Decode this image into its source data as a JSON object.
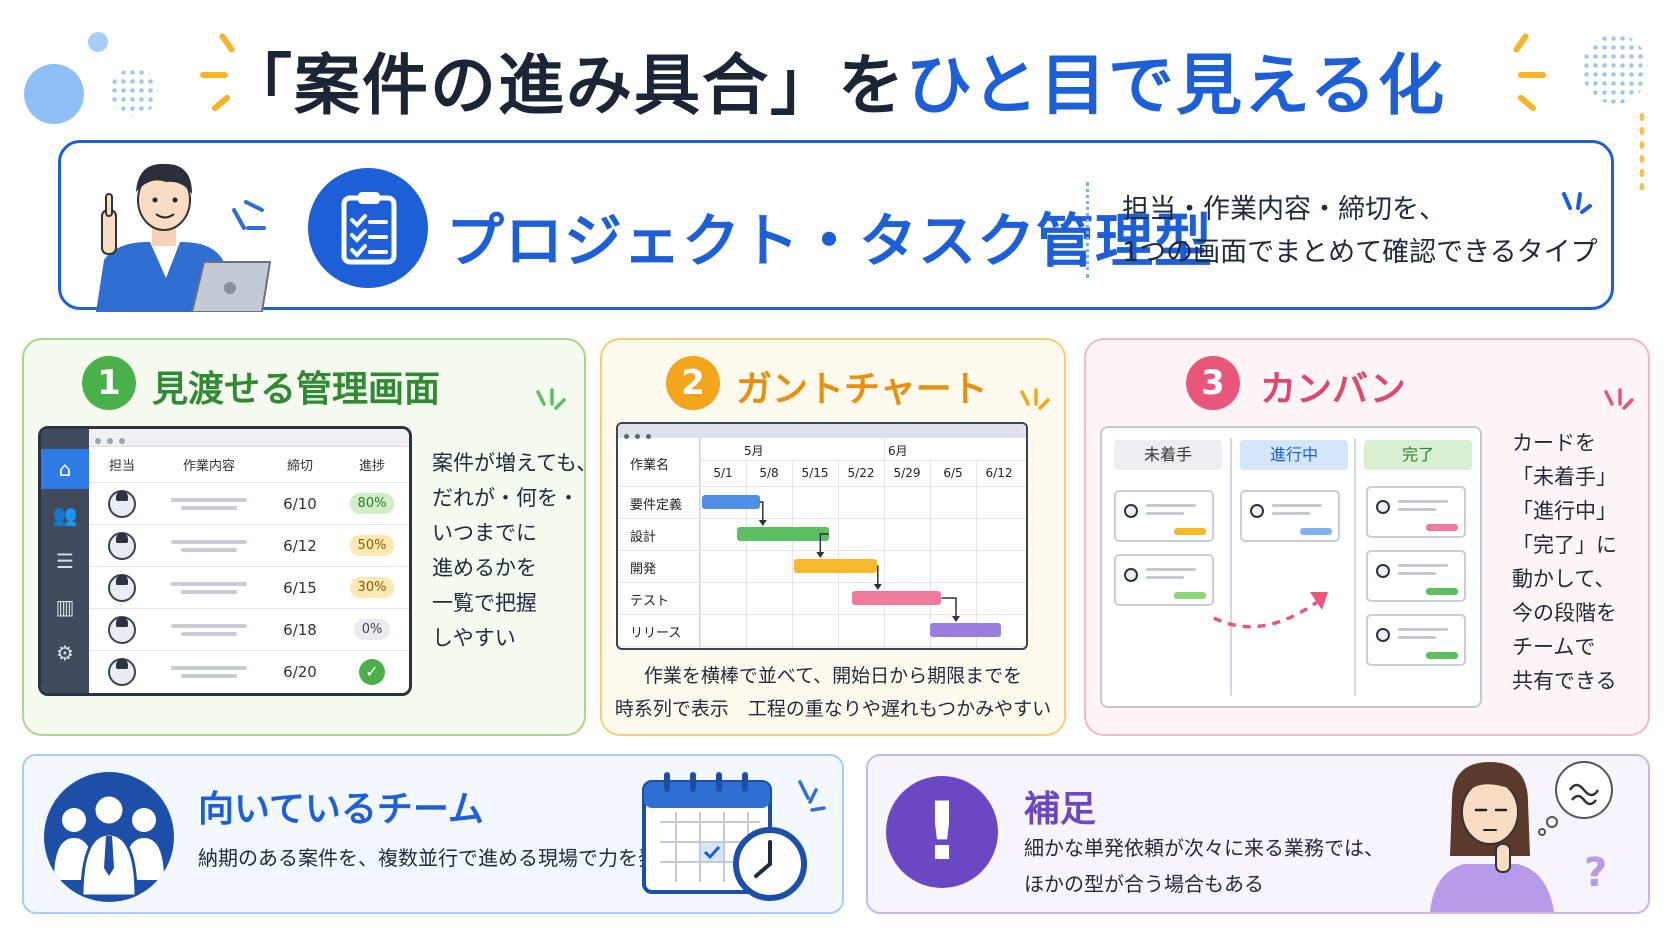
{
  "title": {
    "part1": "「案件の進み具合」を",
    "part2": "ひと目で見える化"
  },
  "banner": {
    "icon": "clipboard-checklist-icon",
    "title": "プロジェクト・タスク管理型",
    "desc_line1": "担当・作業内容・締切を、",
    "desc_line2": "1つの画面でまとめて確認できるタイプ"
  },
  "colors": {
    "primary": "#1d5fd6",
    "green": "#49b04a",
    "orange": "#f3a51c",
    "pink": "#e9567c",
    "purple": "#6a48c4"
  },
  "card1": {
    "number": "1",
    "heading": "見渡せる管理画面",
    "table_headers": [
      "担当",
      "作業内容",
      "締切",
      "進捗"
    ],
    "rows": [
      {
        "due": "6/10",
        "progress": "80%",
        "badge_color": "#cfeec6"
      },
      {
        "due": "6/12",
        "progress": "50%",
        "badge_color": "#fde7b3"
      },
      {
        "due": "6/15",
        "progress": "30%",
        "badge_color": "#fde7b3"
      },
      {
        "due": "6/18",
        "progress": "0%",
        "badge_color": "#e8ebf0"
      },
      {
        "due": "6/20",
        "progress": "✓",
        "badge_color": "#49b04a"
      }
    ],
    "text_lines": [
      "案件が増えても、",
      "だれが・何を・",
      "いつまでに",
      "進めるかを",
      "一覧で把握",
      "しやすい"
    ]
  },
  "card2": {
    "number": "2",
    "heading": "ガントチャート",
    "task_header": "作業名",
    "months": [
      "5月",
      "6月"
    ],
    "dates": [
      "5/1",
      "5/8",
      "5/15",
      "5/22",
      "5/29",
      "6/5",
      "6/12"
    ],
    "tasks": [
      {
        "name": "要件定義",
        "start": 0.05,
        "end": 1.3,
        "color": "#4f8fe8"
      },
      {
        "name": "設計",
        "start": 0.8,
        "end": 2.8,
        "color": "#5cbf63"
      },
      {
        "name": "開発",
        "start": 2.05,
        "end": 3.85,
        "color": "#f5b82c"
      },
      {
        "name": "テスト",
        "start": 3.3,
        "end": 5.25,
        "color": "#f07a9c"
      },
      {
        "name": "リリース",
        "start": 5.0,
        "end": 6.55,
        "color": "#9b7fe0"
      }
    ],
    "text_line1": "作業を横棒で並べて、開始日から期限までを",
    "text_line2": "時系列で表示　工程の重なりや遅れもつかみやすい"
  },
  "card3": {
    "number": "3",
    "heading": "カンバン",
    "columns": [
      {
        "label": "未着手",
        "bg": "#eceef2",
        "color": "#333333"
      },
      {
        "label": "進行中",
        "bg": "#d4e6fb",
        "color": "#1d5fd6"
      },
      {
        "label": "完了",
        "bg": "#d8f0cf",
        "color": "#2f7d32"
      }
    ],
    "text_lines": [
      "カードを",
      "「未着手」",
      "「進行中」",
      "「完了」に",
      "動かして、",
      "今の段階を",
      "チームで",
      "共有できる"
    ]
  },
  "bottom_left": {
    "icon": "team-icon",
    "heading": "向いているチーム",
    "text": "納期のある案件を、複数並行で進める現場で力を発揮"
  },
  "bottom_right": {
    "icon": "exclamation-icon",
    "mark": "!",
    "heading": "補足",
    "text_line1": "細かな単発依頼が次々に来る業務では、",
    "text_line2": "ほかの型が合う場合もある"
  }
}
